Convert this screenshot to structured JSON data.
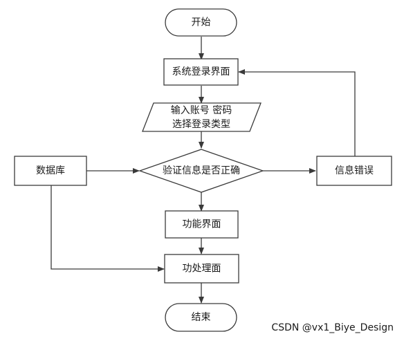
{
  "nodes": {
    "start": "开始",
    "login_screen": "系统登录界面",
    "input_line1": "输入账号 密码",
    "input_line2": "选择登录类型",
    "verify": "验证信息是否正确",
    "database": "数据库",
    "error": "信息错误",
    "function_screen": "功能界面",
    "process": "功处理面",
    "end": "结束"
  },
  "watermark": "CSDN @vx1_Biye_Design"
}
